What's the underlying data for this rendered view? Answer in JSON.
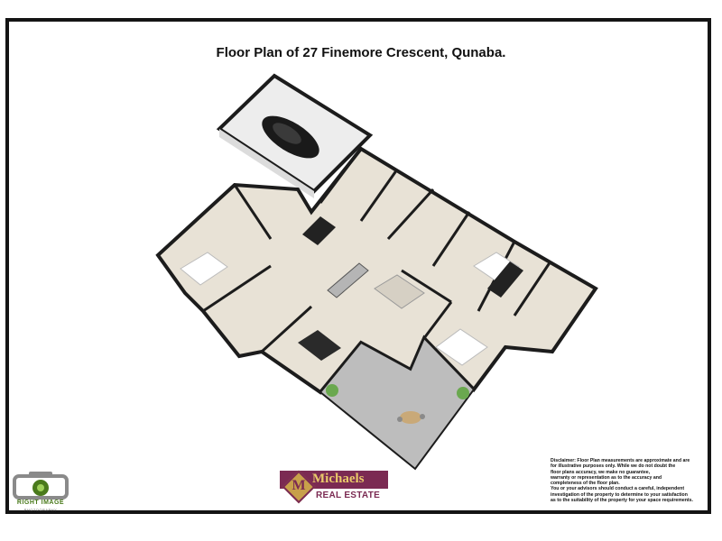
{
  "title": "Floor Plan of 27 Finemore Crescent, Qunaba.",
  "photographer_logo": {
    "name": "RIGHT IMAGE",
    "tagline": "PHOTOGRAPHY",
    "icon": "camera-icon"
  },
  "agency_logo": {
    "letter": "M",
    "name": "Michaels",
    "subtitle": "REAL ESTATE",
    "colors": {
      "primary": "#7b2a52",
      "accent": "#e9c96a"
    }
  },
  "disclaimer": {
    "lines": [
      "Disclaimer: Floor Plan measurements are approximate and are",
      "for illustrative purposes only. While we do not doubt the",
      "floor plans accuracy, we make no guarantee,",
      " warranty or representation as to the accuracy and",
      "completeness of the floor plan.",
      "You or your advisors should conduct a careful, independent",
      " investigation of the property to determine to your satisfaction",
      " as to the suitability of the property for your space requirements."
    ]
  }
}
